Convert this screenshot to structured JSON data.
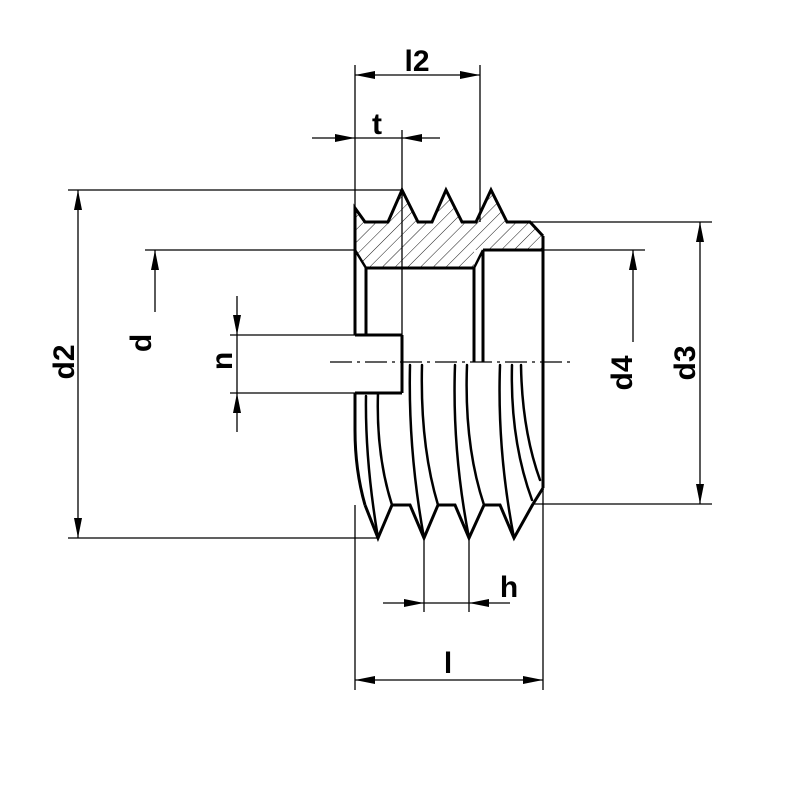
{
  "dimensions": {
    "l2": "l2",
    "t": "t",
    "d2": "d2",
    "d": "d",
    "n": "n",
    "d4": "d4",
    "d3": "d3",
    "h": "h",
    "l": "l"
  },
  "colors": {
    "line": "#000000",
    "background": "#ffffff"
  }
}
